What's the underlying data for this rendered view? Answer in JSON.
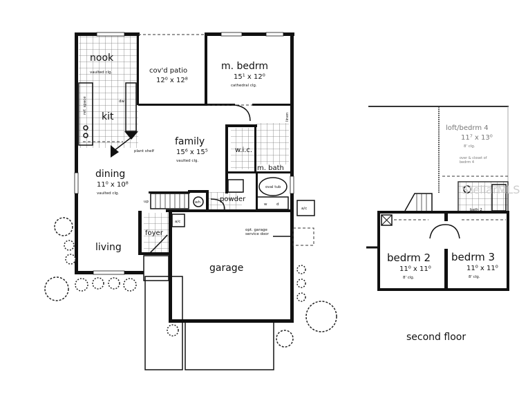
{
  "first_floor": {
    "nook": {
      "name": "nook",
      "ceiling": "vaulted clg."
    },
    "covd_patio": {
      "name": "cov'd patio",
      "size": "12⁰ x 12⁸"
    },
    "master_bedroom": {
      "name": "m. bedrm",
      "size": "15¹ x 12⁰",
      "ceiling": "cathedral clg."
    },
    "kitchen": {
      "name": "kit",
      "dw": "dw",
      "ref": "ref. space"
    },
    "plant_shelf": "plant shelf",
    "family": {
      "name": "family",
      "size": "15⁶ x 15⁵",
      "ceiling": "vaulted clg."
    },
    "wic": "w.i.c.",
    "master_bath": "m. bath",
    "linen": "linen",
    "oval_tub": "oval tub",
    "dining": {
      "name": "dining",
      "size": "11⁰ x 10⁸",
      "ceiling": "vaulted clg."
    },
    "living": "living",
    "up": "up",
    "water_heater": "wh",
    "powder": "powder",
    "washer": "w",
    "dryer": "d",
    "ac_inside": "a/c",
    "ac_outside": "a/c",
    "foyer": "foyer",
    "garage_door_note": "opt. garage service door",
    "garage": "garage"
  },
  "second_floor": {
    "title": "second floor",
    "loft": {
      "name": "loft/bedrm 4",
      "size": "11⁷ x 13⁰",
      "ceiling": "8' clg."
    },
    "loft_note": "over & closet of bedrm 4",
    "bath2": "bath 2",
    "bedroom2": {
      "name": "bedrm 2",
      "size": "11⁰ x 11⁰",
      "ceiling": "8' clg."
    },
    "bedroom3": {
      "name": "bedrm 3",
      "size": "11⁰ x 11⁰",
      "ceiling": "8' clg."
    }
  },
  "watermark": "StellarMLS"
}
